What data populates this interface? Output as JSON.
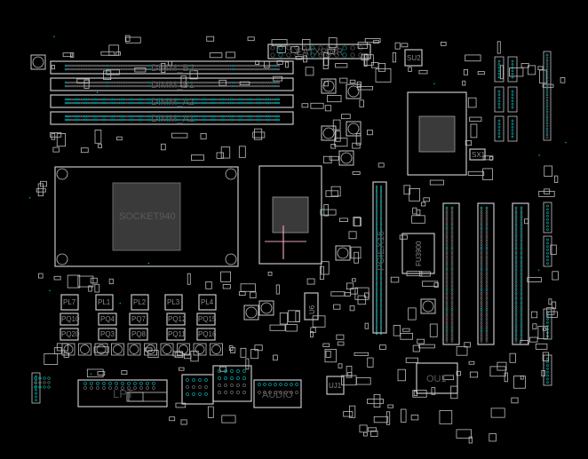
{
  "view": {
    "title": "Motherboard boardview"
  },
  "colors": {
    "background": "#000000",
    "outline": "#c4c4c4",
    "pin": "#6a6a6a",
    "pin_highlight": "#00a3a3",
    "trace": "#e8a0b0"
  },
  "labels": {
    "eatxpwr": "EATXPWR",
    "dimm": [
      "DIMM_B2",
      "DIMM_B1",
      "DIMM_A2",
      "DIMM_A1"
    ],
    "socket": "SOCKET940",
    "pciex16": "PCIEX16",
    "fu3900": "FU3900",
    "ou1": "OU1",
    "u6": "U6",
    "uj1": "UJ1",
    "lpt": "LPT",
    "audio": "AUDIO",
    "su2": "SU2",
    "sx1": "SX1",
    "pl": [
      "PL7",
      "PL1",
      "PL2",
      "PL3",
      "PL4"
    ],
    "pq_top": [
      "PQ10",
      "PQ4",
      "PQ7",
      "PQ12",
      "PQ15"
    ],
    "pq_bottom": [
      "PQ20",
      "PQ3",
      "PQ8",
      "PQ11",
      "PQ16"
    ]
  }
}
